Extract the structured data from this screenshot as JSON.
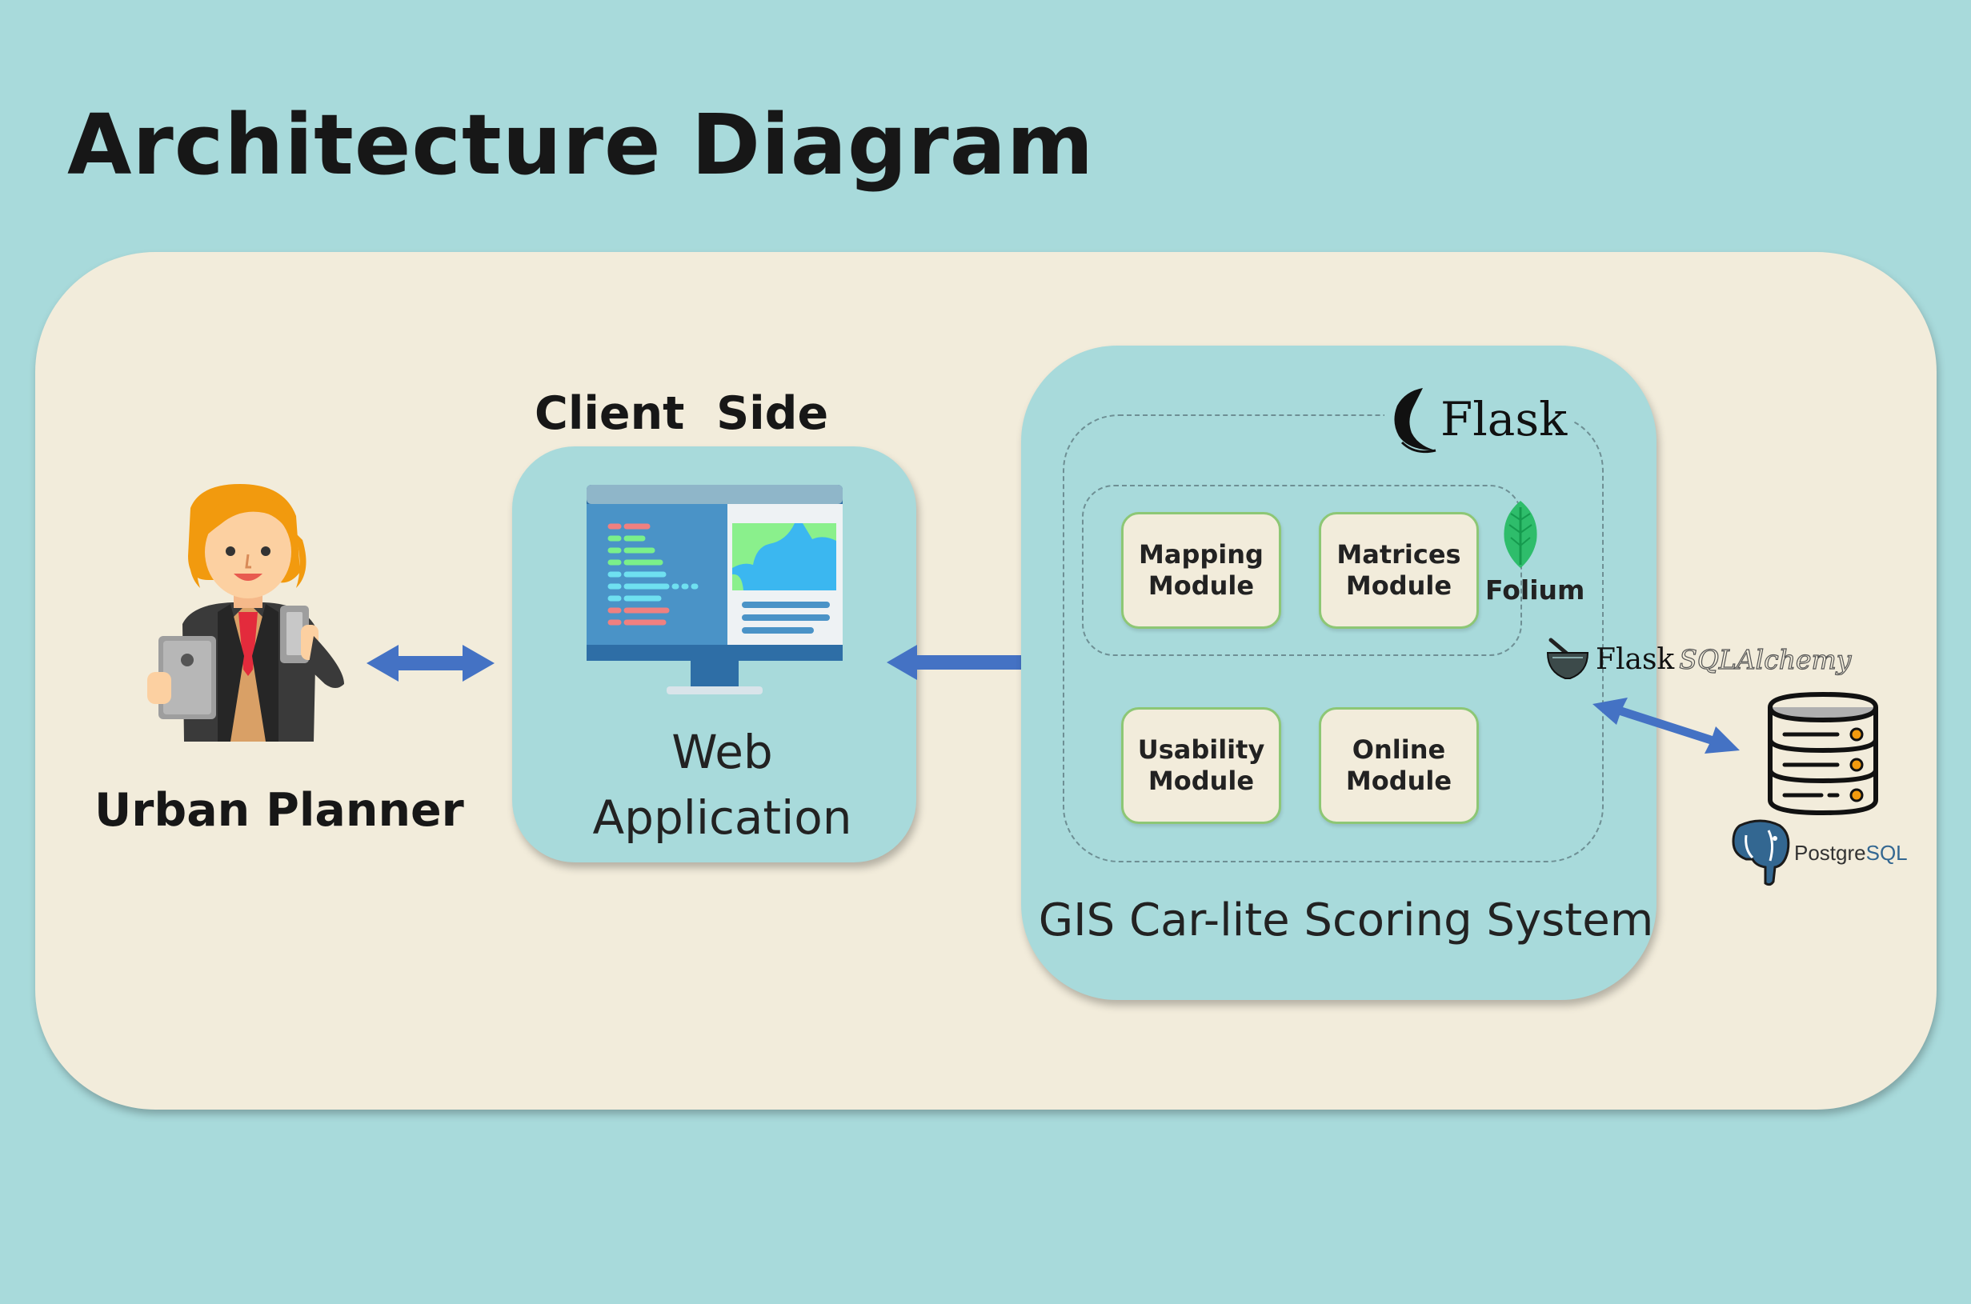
{
  "title": "Architecture Diagram",
  "actor": {
    "label": "Urban Planner",
    "icon": "urban-planner-avatar-icon"
  },
  "client": {
    "heading": "Client  Side",
    "label_line1": "Web",
    "label_line2": "Application",
    "icon": "desktop-monitor-icon"
  },
  "server": {
    "label": "GIS Car-lite Scoring System",
    "framework": "Flask",
    "library": "Folium",
    "orm_prefix": "Flask",
    "orm_suffix": "SQLAlchemy",
    "modules": [
      "Mapping\nModule",
      "Matrices\nModule",
      "Usability\nModule",
      "Online\nModule"
    ]
  },
  "database": {
    "name_prefix": "Postgre",
    "name_suffix": "SQL",
    "icon": "database-server-icon"
  },
  "colors": {
    "background": "#a8dadb",
    "panel": "#f2ecdb",
    "arrow": "#4472c4",
    "module_border": "#8dc775",
    "folium_leaf": "#2ebd6b"
  }
}
